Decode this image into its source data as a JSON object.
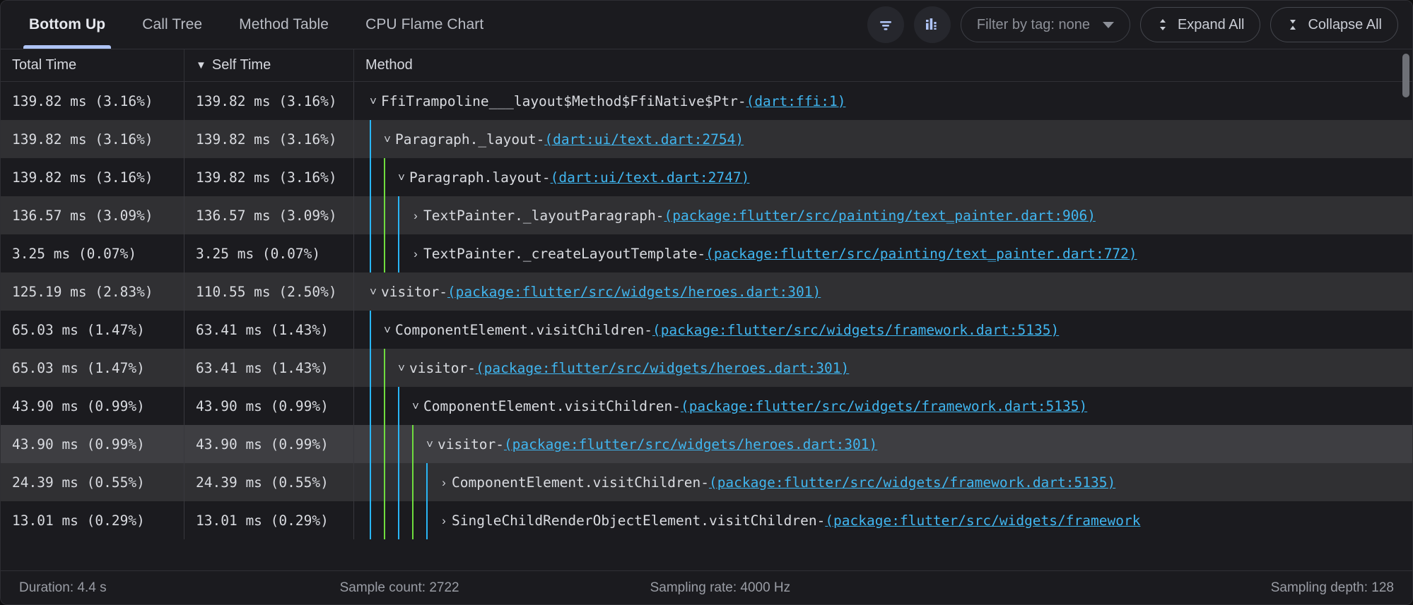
{
  "tabs": [
    {
      "label": "Bottom Up",
      "active": true
    },
    {
      "label": "Call Tree",
      "active": false
    },
    {
      "label": "Method Table",
      "active": false
    },
    {
      "label": "CPU Flame Chart",
      "active": false
    }
  ],
  "toolbar": {
    "filter_icon": "filter-icon",
    "chart_icon": "bar-chart-icon",
    "filter_by_tag_label": "Filter by tag: none",
    "expand_all_label": "Expand All",
    "collapse_all_label": "Collapse All",
    "expand_icon": "expand-chevrons-icon",
    "collapse_icon": "collapse-chevrons-icon",
    "accent_color": "#aec3f5"
  },
  "columns": {
    "total_time": "Total Time",
    "self_time": "Self Time",
    "method": "Method",
    "sort_column": "self_time",
    "sort_direction": "descending"
  },
  "colors": {
    "link": "#40b6f0",
    "guide_cyan": "#29b6f6",
    "guide_green": "#6fdd3e",
    "row_alt": "#303033",
    "row_selected": "#3e3e42"
  },
  "rows": [
    {
      "total": "139.82 ms (3.16%)",
      "self": "139.82 ms (3.16%)",
      "depth": 0,
      "twisty": "expanded",
      "name": "FfiTrampoline___layout$Method$FfiNative$Ptr",
      "sep": " - ",
      "link": "(dart:ffi:1)",
      "alt": false,
      "selected": false
    },
    {
      "total": "139.82 ms (3.16%)",
      "self": "139.82 ms (3.16%)",
      "depth": 1,
      "twisty": "expanded",
      "name": "Paragraph._layout",
      "sep": " - ",
      "link": "(dart:ui/text.dart:2754)",
      "alt": true,
      "selected": false
    },
    {
      "total": "139.82 ms (3.16%)",
      "self": "139.82 ms (3.16%)",
      "depth": 2,
      "twisty": "expanded",
      "name": "Paragraph.layout",
      "sep": " - ",
      "link": "(dart:ui/text.dart:2747)",
      "alt": false,
      "selected": false
    },
    {
      "total": "136.57 ms (3.09%)",
      "self": "136.57 ms (3.09%)",
      "depth": 3,
      "twisty": "collapsed",
      "name": "TextPainter._layoutParagraph",
      "sep": " - ",
      "link": "(package:flutter/src/painting/text_painter.dart:906)",
      "alt": true,
      "selected": false
    },
    {
      "total": "3.25 ms (0.07%)",
      "self": "3.25 ms (0.07%)",
      "depth": 3,
      "twisty": "collapsed",
      "name": "TextPainter._createLayoutTemplate",
      "sep": " - ",
      "link": "(package:flutter/src/painting/text_painter.dart:772)",
      "alt": false,
      "selected": false
    },
    {
      "total": "125.19 ms (2.83%)",
      "self": "110.55 ms (2.50%)",
      "depth": 0,
      "twisty": "expanded",
      "name": "visitor",
      "sep": " - ",
      "link": "(package:flutter/src/widgets/heroes.dart:301)",
      "alt": true,
      "selected": false
    },
    {
      "total": "65.03 ms (1.47%)",
      "self": "63.41 ms (1.43%)",
      "depth": 1,
      "twisty": "expanded",
      "name": "ComponentElement.visitChildren",
      "sep": " - ",
      "link": "(package:flutter/src/widgets/framework.dart:5135)",
      "alt": false,
      "selected": false
    },
    {
      "total": "65.03 ms (1.47%)",
      "self": "63.41 ms (1.43%)",
      "depth": 2,
      "twisty": "expanded",
      "name": "visitor",
      "sep": " - ",
      "link": "(package:flutter/src/widgets/heroes.dart:301)",
      "alt": true,
      "selected": false
    },
    {
      "total": "43.90 ms (0.99%)",
      "self": "43.90 ms (0.99%)",
      "depth": 3,
      "twisty": "expanded",
      "name": "ComponentElement.visitChildren",
      "sep": " - ",
      "link": "(package:flutter/src/widgets/framework.dart:5135)",
      "alt": false,
      "selected": false
    },
    {
      "total": "43.90 ms (0.99%)",
      "self": "43.90 ms (0.99%)",
      "depth": 4,
      "twisty": "expanded",
      "name": "visitor",
      "sep": " - ",
      "link": "(package:flutter/src/widgets/heroes.dart:301)",
      "alt": false,
      "selected": true
    },
    {
      "total": "24.39 ms (0.55%)",
      "self": "24.39 ms (0.55%)",
      "depth": 5,
      "twisty": "collapsed",
      "name": "ComponentElement.visitChildren",
      "sep": " - ",
      "link": "(package:flutter/src/widgets/framework.dart:5135)",
      "alt": true,
      "selected": false
    },
    {
      "total": "13.01 ms (0.29%)",
      "self": "13.01 ms (0.29%)",
      "depth": 5,
      "twisty": "collapsed",
      "name": "SingleChildRenderObjectElement.visitChildren",
      "sep": " - ",
      "link": "(package:flutter/src/widgets/framework",
      "alt": false,
      "selected": false
    }
  ],
  "status": {
    "duration": "Duration: 4.4 s",
    "sample_count": "Sample count: 2722",
    "sampling_rate": "Sampling rate: 4000 Hz",
    "sampling_depth": "Sampling depth: 128"
  }
}
